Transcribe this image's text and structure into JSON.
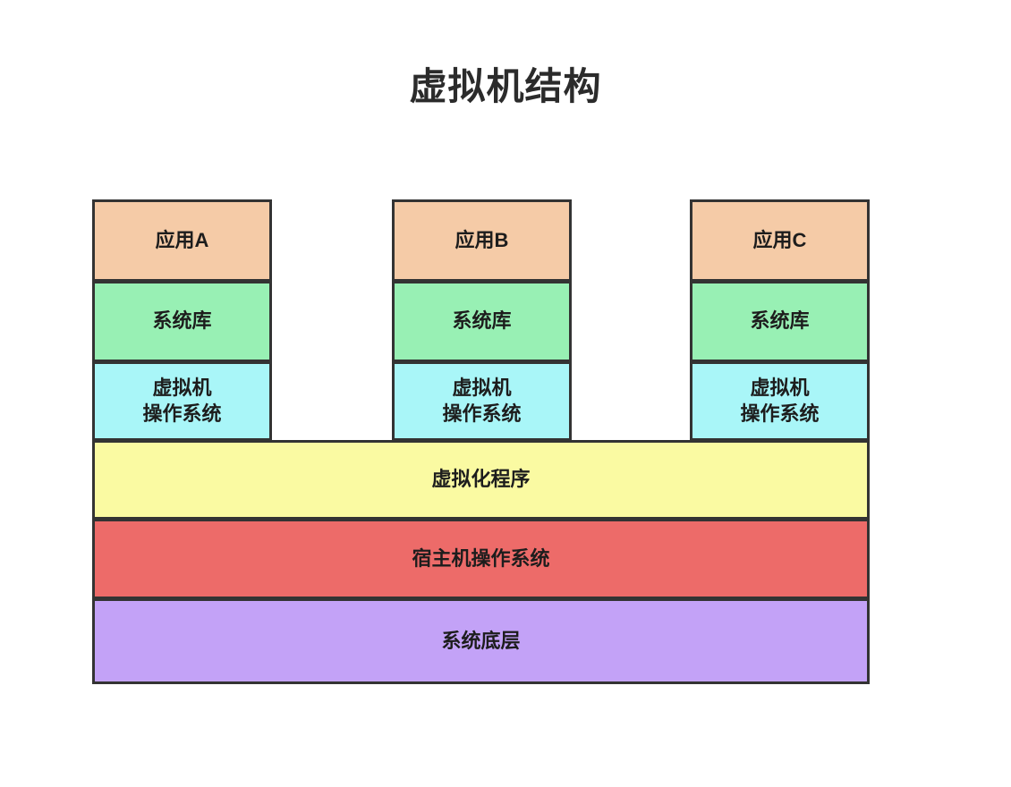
{
  "diagram": {
    "title": "虚拟机结构",
    "type": "layered-stack-diagram",
    "colors": {
      "app": "#f5cba7",
      "library": "#98f0b4",
      "guest_os": "#a9f6f8",
      "hypervisor": "#fafaa2",
      "host_os": "#ed6b69",
      "infrastructure": "#c3a2f7",
      "border": "#333333",
      "background": "#ffffff",
      "text": "#1d1d1d",
      "title_text": "#2b2b2b"
    },
    "columns": [
      {
        "id": "vm-a",
        "app_label": "应用A",
        "library_label": "系统库",
        "guest_os_label": "虚拟机\n操作系统"
      },
      {
        "id": "vm-b",
        "app_label": "应用B",
        "library_label": "系统库",
        "guest_os_label": "虚拟机\n操作系统"
      },
      {
        "id": "vm-c",
        "app_label": "应用C",
        "library_label": "系统库",
        "guest_os_label": "虚拟机\n操作系统"
      }
    ],
    "shared_layers": [
      {
        "id": "hypervisor",
        "label": "虚拟化程序"
      },
      {
        "id": "host-os",
        "label": "宿主机操作系统"
      },
      {
        "id": "infrastructure",
        "label": "系统底层"
      }
    ]
  }
}
